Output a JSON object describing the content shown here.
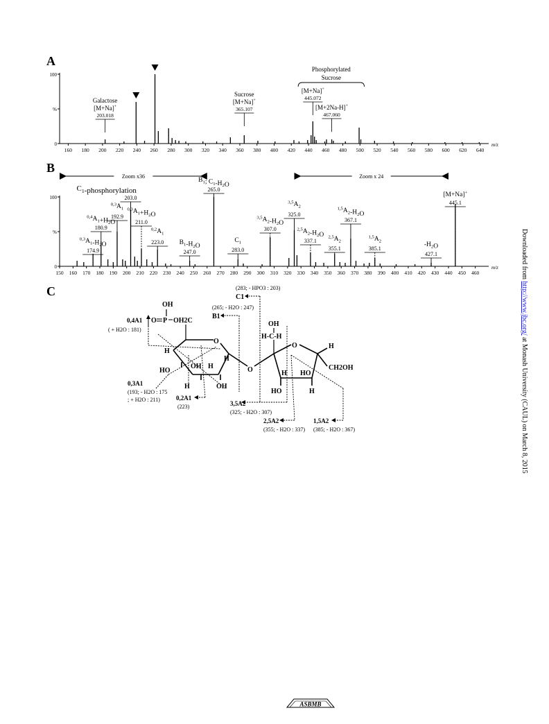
{
  "panels": {
    "a": "A",
    "b": "B",
    "c": "C"
  },
  "side_note": {
    "prefix": "Downloaded from ",
    "link": "http://www.jbc.org/",
    "suffix": " at Monash University (CAUL) on March 8, 2015"
  },
  "logo_text": "ASBMB",
  "chart_data": [
    {
      "type": "spectrum",
      "panel": "A",
      "xlim": [
        150,
        650
      ],
      "ylim": [
        0,
        100
      ],
      "xticks": [
        160,
        180,
        200,
        220,
        240,
        260,
        280,
        300,
        320,
        340,
        360,
        380,
        400,
        420,
        440,
        460,
        480,
        500,
        520,
        540,
        560,
        580,
        600,
        620,
        640
      ],
      "yticks": [
        {
          "value": 0,
          "label": "0"
        },
        {
          "value": 50,
          "label": "%"
        },
        {
          "value": 100,
          "label": "100"
        }
      ],
      "xunit": "m/z",
      "peaks": [
        [
          203.0,
          6
        ],
        [
          225.0,
          3
        ],
        [
          239.1,
          60
        ],
        [
          249.0,
          4
        ],
        [
          261.1,
          100
        ],
        [
          265.0,
          18
        ],
        [
          277.0,
          22
        ],
        [
          281.0,
          8
        ],
        [
          285.0,
          5
        ],
        [
          289.0,
          4
        ],
        [
          297.0,
          3
        ],
        [
          317.0,
          3
        ],
        [
          333.0,
          3
        ],
        [
          349.0,
          9
        ],
        [
          365.1,
          12
        ],
        [
          381.0,
          4
        ],
        [
          401.0,
          3
        ],
        [
          423.0,
          5
        ],
        [
          429.0,
          3
        ],
        [
          439.0,
          5
        ],
        [
          443.0,
          12
        ],
        [
          445.1,
          32
        ],
        [
          447.0,
          10
        ],
        [
          449.0,
          5
        ],
        [
          459.0,
          3
        ],
        [
          461.0,
          6
        ],
        [
          467.1,
          6
        ],
        [
          469.0,
          4
        ],
        [
          483.0,
          3
        ],
        [
          499.0,
          23
        ],
        [
          501.0,
          6
        ],
        [
          517.0,
          4
        ],
        [
          539.0,
          3
        ],
        [
          561.0,
          2
        ],
        [
          599.0,
          2
        ],
        [
          619.0,
          2
        ],
        [
          639.0,
          2
        ]
      ],
      "markers": [
        239.1,
        261.1
      ],
      "annotations": [
        {
          "x": 203.018,
          "lines": [
            "Galactose",
            "[M+Na]+"
          ],
          "value": "203.018"
        },
        {
          "x": 365.107,
          "lines": [
            "Sucrose",
            "[M+Na]+"
          ],
          "value": "365.107"
        },
        {
          "x": 445.072,
          "lines": [
            "[M+Na]+"
          ],
          "value": "445.072"
        },
        {
          "x": 467.06,
          "lines": [
            "[M+2Na-H]+"
          ],
          "value": "467.060"
        }
      ],
      "group_label": [
        "Phosphorylated",
        "Sucrose"
      ]
    },
    {
      "type": "spectrum",
      "panel": "B",
      "xlim": [
        150,
        470
      ],
      "ylim": [
        0,
        100
      ],
      "xticks": [
        150,
        160,
        170,
        180,
        190,
        200,
        210,
        220,
        230,
        240,
        250,
        260,
        270,
        280,
        290,
        300,
        310,
        320,
        330,
        340,
        350,
        360,
        370,
        380,
        390,
        400,
        410,
        420,
        430,
        440,
        450,
        460
      ],
      "yticks": [
        {
          "value": 0,
          "label": "0"
        },
        {
          "value": 50,
          "label": "%"
        },
        {
          "value": 100,
          "label": "100"
        }
      ],
      "xunit": "m/z",
      "zooms": [
        {
          "from": 150,
          "to": 260,
          "label": "Zoom x36"
        },
        {
          "from": 325,
          "to": 440,
          "label": "Zoom x 24"
        }
      ],
      "section_title": "C1-phosphorylation",
      "peaks": [
        [
          163.0,
          8
        ],
        [
          168.0,
          6
        ],
        [
          174.9,
          18
        ],
        [
          180.9,
          36
        ],
        [
          186.0,
          10
        ],
        [
          190.0,
          6
        ],
        [
          192.9,
          50
        ],
        [
          197.0,
          10
        ],
        [
          199.0,
          8
        ],
        [
          203.0,
          82
        ],
        [
          206.0,
          14
        ],
        [
          208.0,
          8
        ],
        [
          211.0,
          25
        ],
        [
          215.0,
          10
        ],
        [
          219.0,
          6
        ],
        [
          223.0,
          24
        ],
        [
          229.0,
          4
        ],
        [
          233.0,
          3
        ],
        [
          247.0,
          8
        ],
        [
          251.0,
          3
        ],
        [
          265.0,
          100
        ],
        [
          283.0,
          10
        ],
        [
          287.0,
          4
        ],
        [
          301.0,
          3
        ],
        [
          307.0,
          42
        ],
        [
          321.0,
          12
        ],
        [
          325.0,
          52
        ],
        [
          327.0,
          16
        ],
        [
          337.1,
          20
        ],
        [
          341.0,
          6
        ],
        [
          347.0,
          5
        ],
        [
          355.1,
          18
        ],
        [
          359.0,
          6
        ],
        [
          363.0,
          5
        ],
        [
          367.1,
          40
        ],
        [
          371.0,
          8
        ],
        [
          377.0,
          4
        ],
        [
          381.0,
          5
        ],
        [
          385.1,
          12
        ],
        [
          389.0,
          4
        ],
        [
          401.0,
          3
        ],
        [
          415.0,
          3
        ],
        [
          427.1,
          5
        ],
        [
          445.1,
          90
        ]
      ],
      "annotations": [
        {
          "x": 174.9,
          "label": "0,3A1-H2O",
          "value": "174.9",
          "dotted": false
        },
        {
          "x": 180.9,
          "label": "0,4A1+H2O",
          "value": "180.9",
          "dotted": false
        },
        {
          "x": 192.9,
          "label": "0,3A1",
          "value": "192.9",
          "dotted": false
        },
        {
          "x": 203.0,
          "label": "",
          "value": "203.0",
          "dotted": false
        },
        {
          "x": 211.0,
          "label": "0,3A1+H2O",
          "value": "211.0",
          "dotted": true
        },
        {
          "x": 223.0,
          "label": "0,2A1",
          "value": "223.0",
          "dotted": false
        },
        {
          "x": 247.0,
          "label": "B1-H2O",
          "value": "247.0",
          "dotted": false
        },
        {
          "x": 265.0,
          "label": "B1; C1-H2O",
          "value": "265.0",
          "dotted": false
        },
        {
          "x": 283.0,
          "label": "C1",
          "value": "283.0",
          "dotted": false
        },
        {
          "x": 307.0,
          "label": "3,5A2-H2O",
          "value": "307.0",
          "dotted": true
        },
        {
          "x": 325.0,
          "label": "3,5A2",
          "value": "325.0",
          "dotted": false
        },
        {
          "x": 337.1,
          "label": "2,5A2-H2O",
          "value": "337.1",
          "dotted": true
        },
        {
          "x": 355.1,
          "label": "2,5A2",
          "value": "355.1",
          "dotted": false
        },
        {
          "x": 367.1,
          "label": "1,5A2-H2O",
          "value": "367.1",
          "dotted": false
        },
        {
          "x": 385.1,
          "label": "1,5A2",
          "value": "385.1",
          "dotted": true
        },
        {
          "x": 427.1,
          "label": "-H2O",
          "value": "427.1",
          "dotted": false
        },
        {
          "x": 445.1,
          "label": "[M+Na]+",
          "value": "445.1",
          "dotted": true
        }
      ]
    }
  ],
  "structure": {
    "fragments": [
      {
        "id": "c1",
        "label": "C1",
        "note": "(283; - HPO3 : 203)"
      },
      {
        "id": "b1",
        "label": "B1",
        "note": "(265; - H2O : 247)"
      },
      {
        "id": "a04",
        "label": "0,4A1",
        "note": "( + H2O : 181)"
      },
      {
        "id": "a03",
        "label": "0,3A1",
        "note1": "(193; - H2O : 175",
        "note2": "; + H2O : 211)"
      },
      {
        "id": "a02",
        "label": "0,2A1",
        "note": "(223)"
      },
      {
        "id": "a35",
        "label": "3,5A2",
        "note": "(325; - H2O : 307)"
      },
      {
        "id": "a25",
        "label": "2,5A2",
        "note": "(355; - H2O : 337)"
      },
      {
        "id": "a15",
        "label": "1,5A2",
        "note": "(385; - H2O : 367)"
      }
    ],
    "atoms": {
      "oh": "OH",
      "o": "O",
      "p": "P",
      "oh2c": "OH2C",
      "h": "H",
      "ho": "HO",
      "hch": "H-C-H",
      "ch2oh": "CH2OH"
    }
  }
}
